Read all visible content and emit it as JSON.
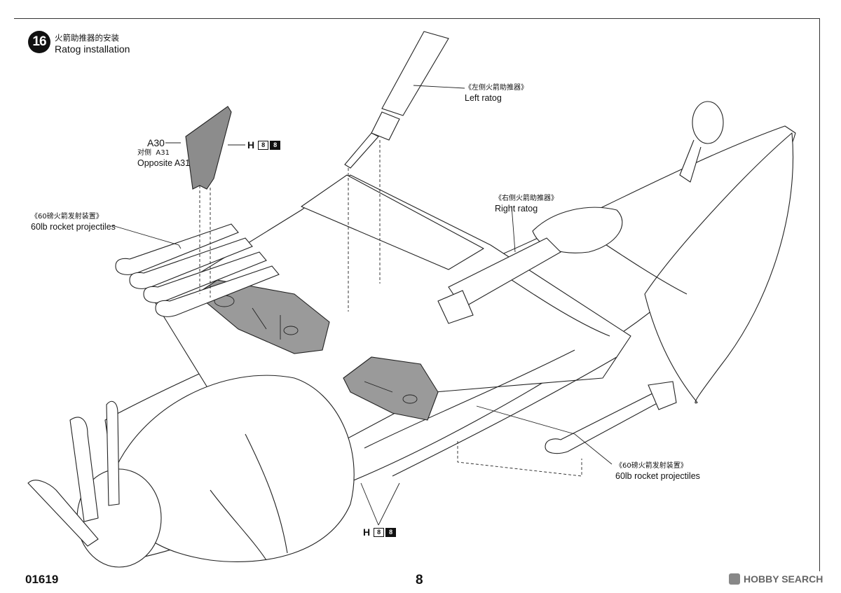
{
  "step": {
    "number": "16",
    "title_cn": "火箭助推器的安装",
    "title_en": "Ratog installation"
  },
  "callouts": {
    "left_ratog": {
      "cn": "《左侧火箭助推器》",
      "en": "Left ratog"
    },
    "right_ratog": {
      "cn": "《右侧火箭助推器》",
      "en": "Right ratog"
    },
    "rockets_left": {
      "cn": "《60磅火箭发射装置》",
      "en": "60lb rocket projectiles"
    },
    "rockets_right": {
      "cn": "《60磅火箭发射装置》",
      "en": "60lb rocket projectiles"
    },
    "part_a30": {
      "number": "A30",
      "cn": "对侧",
      "cn_part": "A31",
      "en": "Opposite A31"
    }
  },
  "paint_codes": [
    {
      "letter": "H",
      "boxes": [
        "8",
        "8"
      ]
    },
    {
      "letter": "H",
      "boxes": [
        "8",
        "8"
      ]
    }
  ],
  "footer": {
    "product_code": "01619",
    "page_number": "8",
    "watermark": "HOBBY SEARCH"
  },
  "colors": {
    "line": "#222222",
    "shade": "#9a9a9a"
  }
}
